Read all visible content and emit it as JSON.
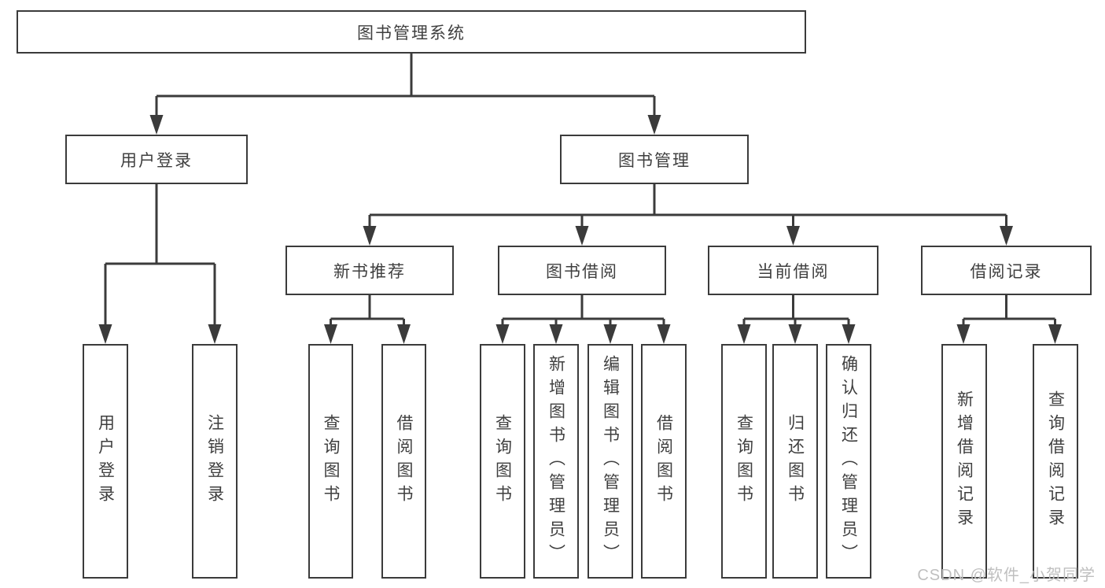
{
  "diagram": {
    "root": {
      "label": "图书管理系统"
    },
    "level1": [
      {
        "label": "用户登录",
        "children": [
          {
            "label": "用户登录"
          },
          {
            "label": "注销登录"
          }
        ]
      },
      {
        "label": "图书管理",
        "children": [
          {
            "label": "新书推荐",
            "children": [
              {
                "label": "查询图书"
              },
              {
                "label": "借阅图书"
              }
            ]
          },
          {
            "label": "图书借阅",
            "children": [
              {
                "label": "查询图书"
              },
              {
                "label": "新增图书（管理员）"
              },
              {
                "label": "编辑图书（管理员）"
              },
              {
                "label": "借阅图书"
              }
            ]
          },
          {
            "label": "当前借阅",
            "children": [
              {
                "label": "查询图书"
              },
              {
                "label": "归还图书"
              },
              {
                "label": "确认归还（管理员）"
              }
            ]
          },
          {
            "label": "借阅记录",
            "children": [
              {
                "label": "新增借阅记录"
              },
              {
                "label": "查询借阅记录"
              }
            ]
          }
        ]
      }
    ]
  },
  "watermark": {
    "text": "CSDN @软件_小贺同学"
  },
  "colors": {
    "line": "#3b3b3b",
    "text": "#3f3f3f",
    "watermark": "#bfbfbf",
    "bg": "#ffffff"
  }
}
